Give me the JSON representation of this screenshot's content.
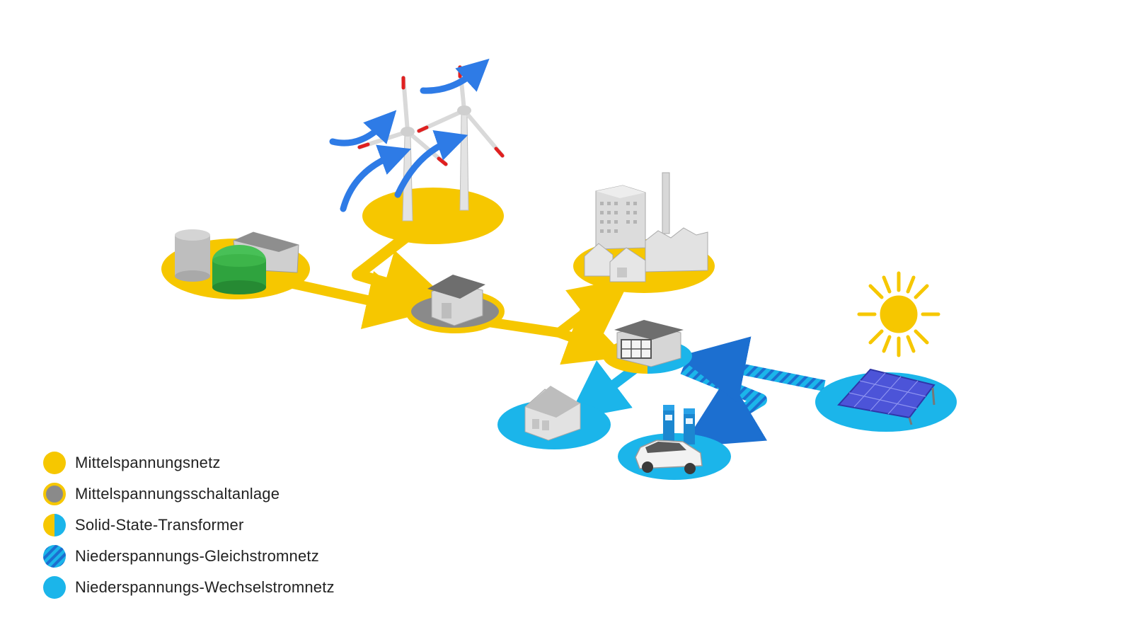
{
  "legend": {
    "items": [
      {
        "label": "Mittelspannungsnetz",
        "symbol": "mv-grid"
      },
      {
        "label": "Mittelspannungsschaltanlage",
        "symbol": "mv-switchgear"
      },
      {
        "label": "Solid-State-Transformer",
        "symbol": "solid-state-transformer"
      },
      {
        "label": "Niederspannungs-Gleichstromnetz",
        "symbol": "lv-dc-grid"
      },
      {
        "label": "Niederspannungs-Wechselstromnetz",
        "symbol": "lv-ac-grid"
      }
    ]
  },
  "colors": {
    "medium_voltage": "#F6C700",
    "low_voltage_ac": "#1BB5EA",
    "low_voltage_dc_stripe": "#1C6FD0",
    "switchgear_grey": "#8A8A8A",
    "wind_arrows": "#2E7BE6",
    "sun": "#F6C700",
    "biogas_green": "#3DB54A",
    "solar_panel": "#4C54D8",
    "building_grey": "#D8D8D8"
  },
  "icons": [
    "wind-turbine-icon",
    "biogas-plant-icon",
    "substation-icon",
    "industry-icon",
    "solid-state-transformer-icon",
    "sun-icon",
    "solar-panel-icon",
    "house-icon",
    "charging-station-icon",
    "electric-car-icon"
  ]
}
